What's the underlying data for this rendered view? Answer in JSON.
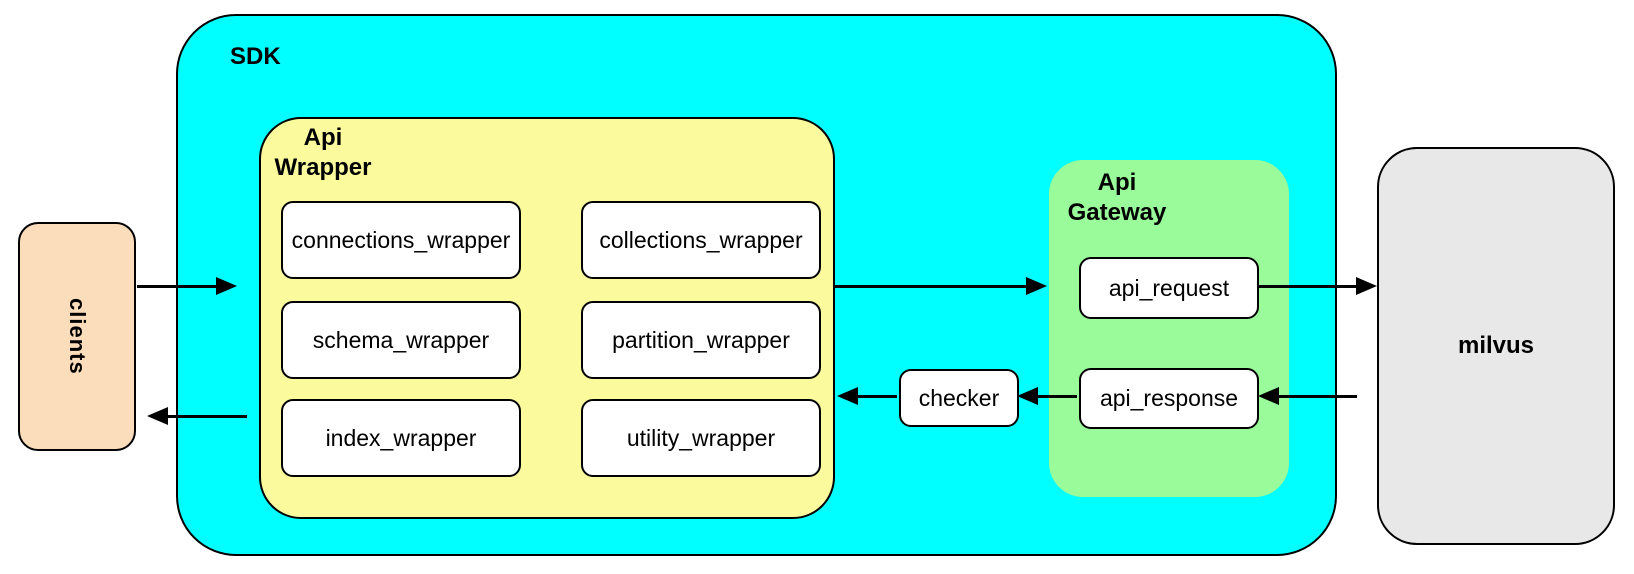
{
  "colors": {
    "sdk": "#00FFFF",
    "api_wrapper": "#FBFB9E",
    "api_gateway": "#99FB99",
    "clients": "#FBDCBB",
    "milvus": "#E8E8E8",
    "node": "#FFFFFF",
    "border": "#000000",
    "text": "#000000"
  },
  "nodes": {
    "clients": {
      "label": "clients"
    },
    "sdk": {
      "label": "SDK"
    },
    "api_wrapper": {
      "title_line1": "Api",
      "title_line2": "Wrapper",
      "boxes": [
        {
          "label": "connections_wrapper"
        },
        {
          "label": "collections_wrapper"
        },
        {
          "label": "schema_wrapper"
        },
        {
          "label": "partition_wrapper"
        },
        {
          "label": "index_wrapper"
        },
        {
          "label": "utility_wrapper"
        }
      ]
    },
    "checker": {
      "label": "checker"
    },
    "api_gateway": {
      "title_line1": "Api",
      "title_line2": "Gateway",
      "request": {
        "label": "api_request"
      },
      "response": {
        "label": "api_response"
      }
    },
    "milvus": {
      "label": "milvus"
    }
  },
  "edges": [
    {
      "from": "clients",
      "to": "sdk"
    },
    {
      "from": "sdk",
      "to": "clients"
    },
    {
      "from": "api_wrapper",
      "to": "api_gateway"
    },
    {
      "from": "api_request",
      "to": "milvus"
    },
    {
      "from": "milvus",
      "to": "api_response"
    },
    {
      "from": "api_response",
      "to": "checker"
    },
    {
      "from": "checker",
      "to": "api_wrapper"
    }
  ]
}
